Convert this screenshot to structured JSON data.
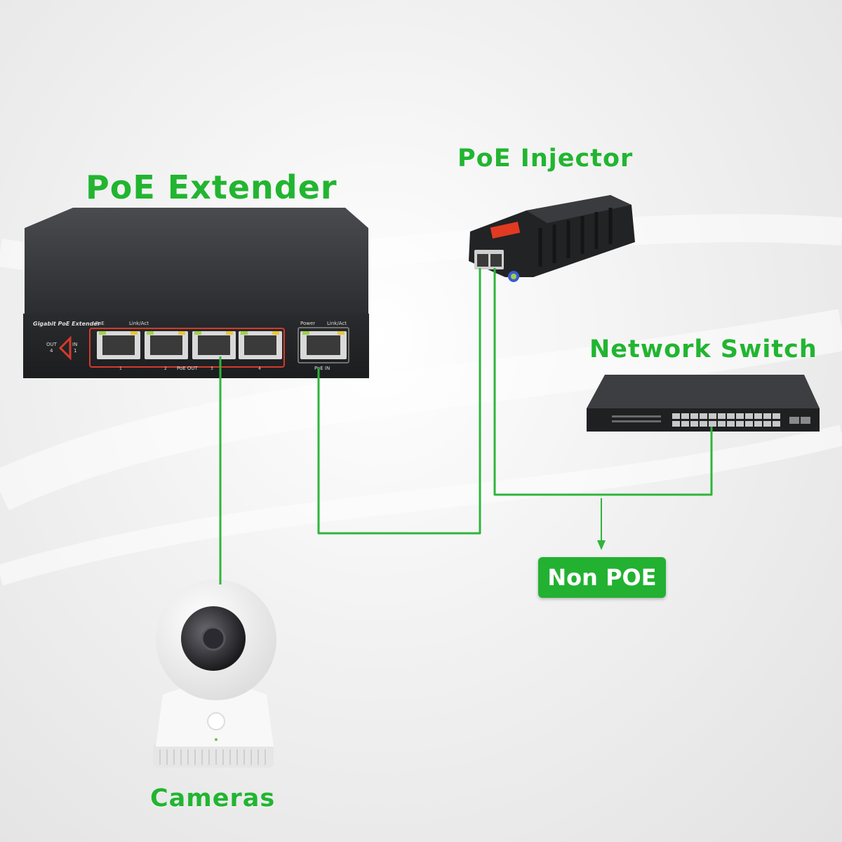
{
  "labels": {
    "extender": "PoE Extender",
    "injector": "PoE Injector",
    "switch": "Network Switch",
    "cameras": "Cameras",
    "non_poe": "Non POE"
  },
  "extender_panel": {
    "model": "Gigabit PoE Extender",
    "poe": "PoE",
    "link_act": "Link/Act",
    "power": "Power",
    "link_act_2": "Link/Act",
    "out": "OUT",
    "out_num": "4",
    "in": "IN",
    "in_num": "1",
    "port_1": "1",
    "port_2": "2",
    "poe_out": "PoE OUT",
    "port_3": "3",
    "port_4": "4",
    "poe_in": "PoE IN"
  },
  "colors": {
    "accent_green": "#22b531",
    "cable_green": "#2fb53a",
    "device_body": "#2e2f31",
    "port_frame_red": "#d23a2a"
  }
}
